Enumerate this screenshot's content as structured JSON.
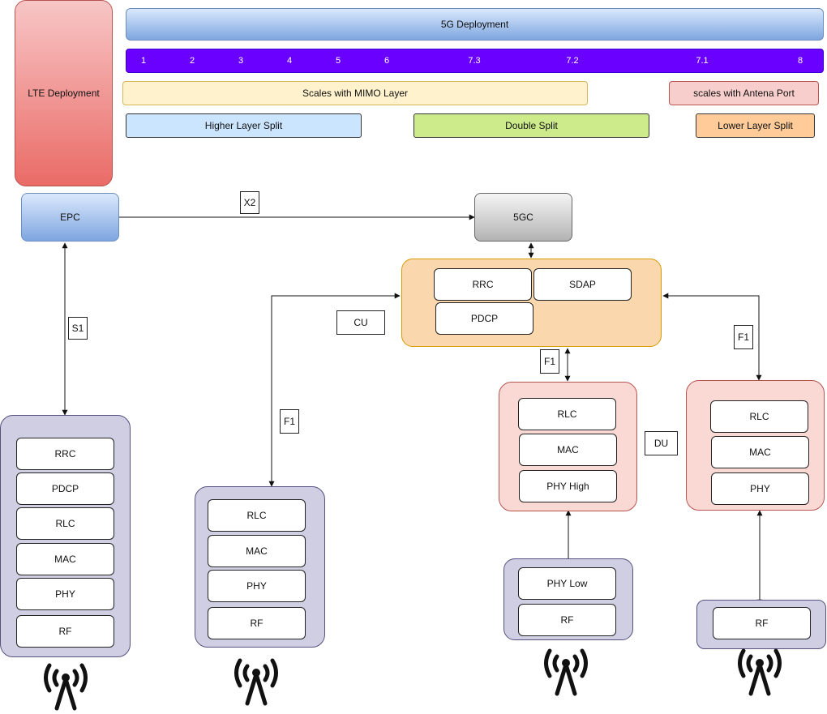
{
  "top": {
    "lte_deployment": "LTE Deployment",
    "g5_deployment": "5G Deployment",
    "split_options": [
      "1",
      "2",
      "3",
      "4",
      "5",
      "6",
      "7.3",
      "7.2",
      "7.1",
      "8"
    ],
    "scales_mimo": "Scales with MIMO Layer",
    "scales_antenna": "scales with Antena Port",
    "higher_split": "Higher Layer Split",
    "double_split": "Double Split",
    "lower_split": "Lower Layer Split"
  },
  "core": {
    "epc": "EPC",
    "fivegc": "5GC"
  },
  "interfaces": {
    "x2": "X2",
    "s1": "S1",
    "cu": "CU",
    "f1_left": "F1",
    "f1_mid": "F1",
    "f1_right": "F1",
    "du": "DU"
  },
  "cu_stack": {
    "rrc": "RRC",
    "sdap": "SDAP",
    "pdcp": "PDCP"
  },
  "lte_stack": [
    "RRC",
    "PDCP",
    "RLC",
    "MAC",
    "PHY",
    "RF"
  ],
  "higher_stack": [
    "RLC",
    "MAC",
    "PHY",
    "RF"
  ],
  "du_double": [
    "RLC",
    "MAC",
    "PHY High"
  ],
  "ru_double": [
    "PHY Low",
    "RF"
  ],
  "du_lower": [
    "RLC",
    "MAC",
    "PHY"
  ],
  "ru_lower": [
    "RF"
  ],
  "icons": [
    "antenna-tower-icon",
    "antenna-tower-icon",
    "antenna-tower-icon",
    "antenna-tower-icon"
  ],
  "colors": {
    "lte_red": "#f4b8b8",
    "g5_blue": "#a9c8ec",
    "split_purple": "#6a00ff",
    "mimo_yellow": "#fff3cc",
    "antenna_pink": "#f8cecc",
    "higher_blue": "#cce5ff",
    "double_green": "#cdeb8b",
    "lower_orange": "#ffcc99",
    "cu_orange": "#fad7ac",
    "du_pink": "#fad9d5",
    "ru_lavender": "#d0cee2"
  }
}
